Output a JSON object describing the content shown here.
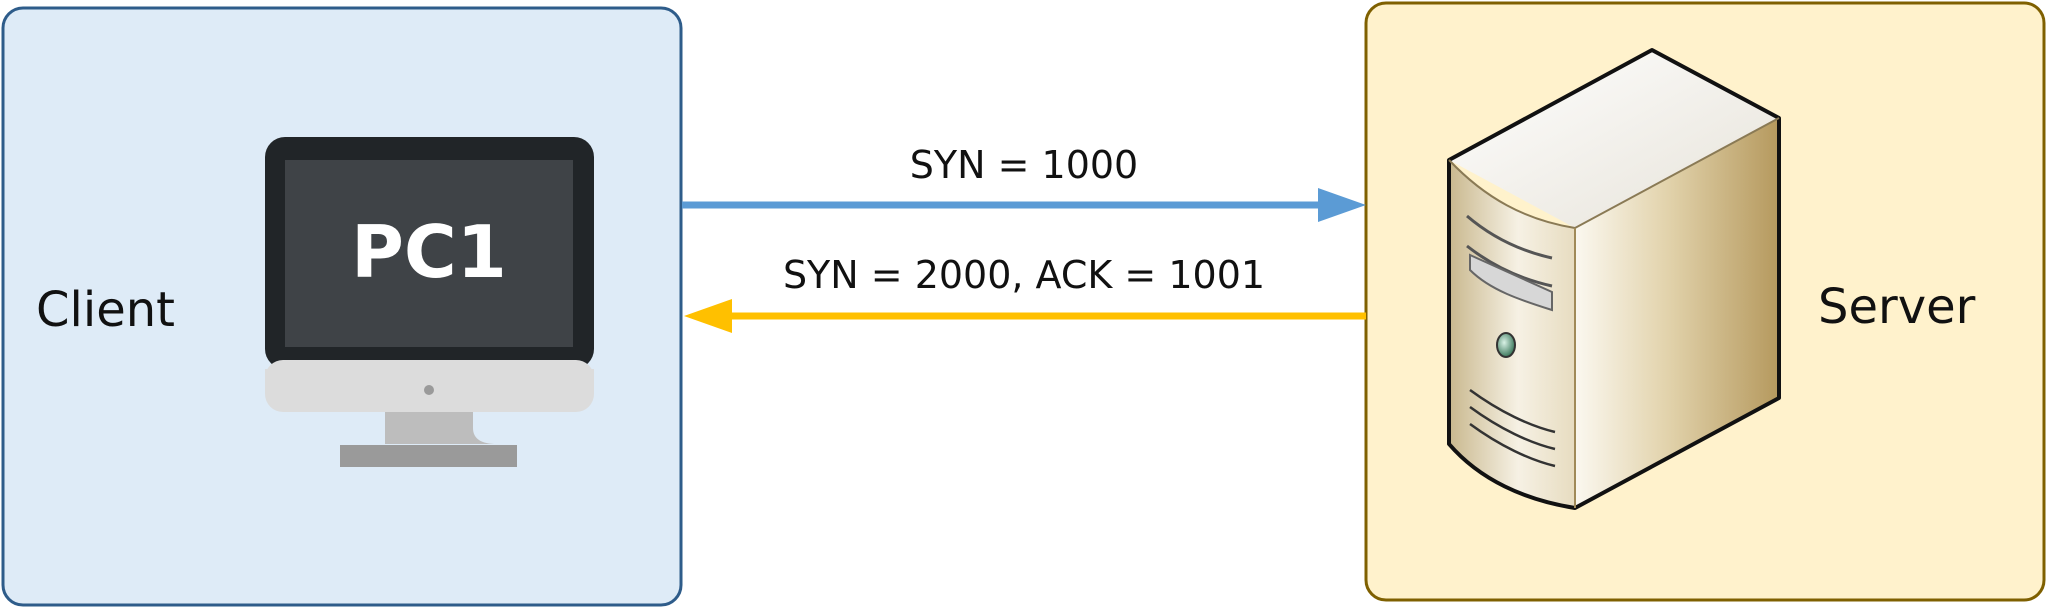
{
  "client": {
    "label": "Client"
  },
  "server": {
    "label": "Server"
  },
  "pc": {
    "label": "PC1"
  },
  "messages": [
    {
      "text": "SYN = 1000",
      "direction": "client-to-server",
      "color": "#5b9bd5"
    },
    {
      "text": "SYN = 2000, ACK = 1001",
      "direction": "server-to-client",
      "color": "#ffc000"
    }
  ],
  "colors": {
    "client_fill": "#deebf7",
    "client_border": "#2e5c8a",
    "server_fill": "#fff2cc",
    "server_border": "#7f6000"
  }
}
